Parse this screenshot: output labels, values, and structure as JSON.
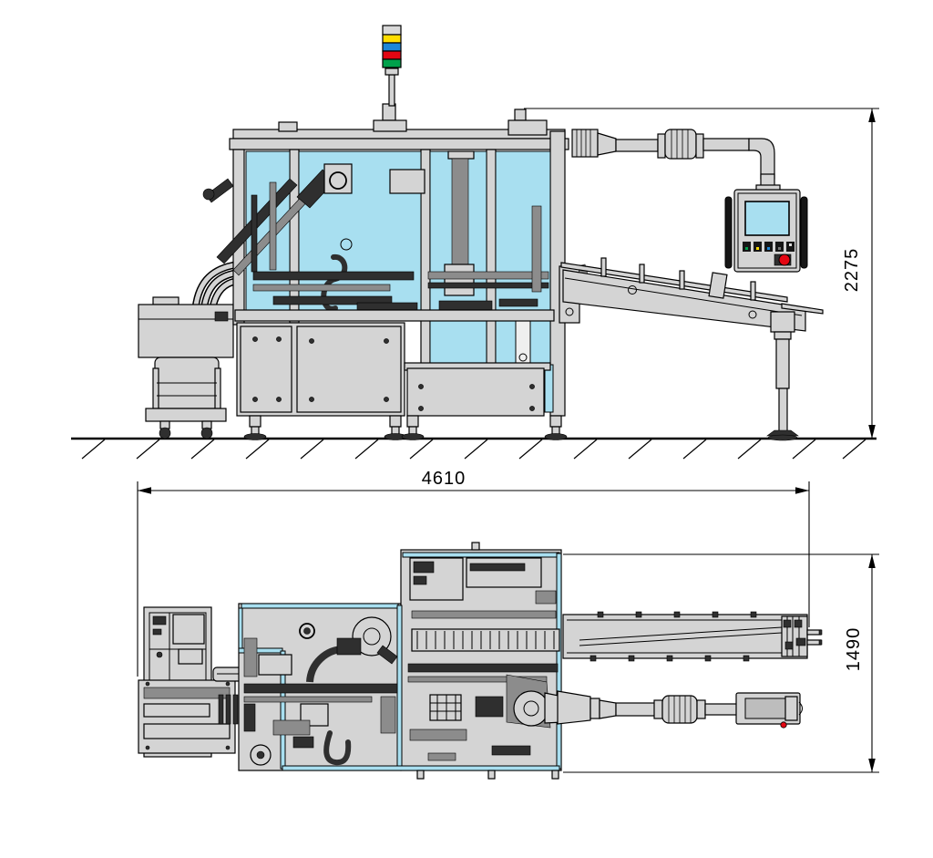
{
  "drawing": {
    "dimensions": {
      "overall_height_mm": "2275",
      "overall_length_mm": "4610",
      "overall_depth_mm": "1490"
    },
    "colors": {
      "machine_gray": "#d4d4d4",
      "machine_gray_dark": "#bfbfbf",
      "detail_dark": "#2f2f2f",
      "detail_mid": "#8c8c8c",
      "glazing_cyan": "#a8dff0",
      "lamp_white": "#d9d9d9",
      "lamp_yellow": "#ffdd00",
      "lamp_blue": "#1d86d8",
      "lamp_red": "#e30613",
      "lamp_green": "#00a14b",
      "estop_red": "#e30613",
      "screen_cyan": "#a8dff0"
    }
  }
}
